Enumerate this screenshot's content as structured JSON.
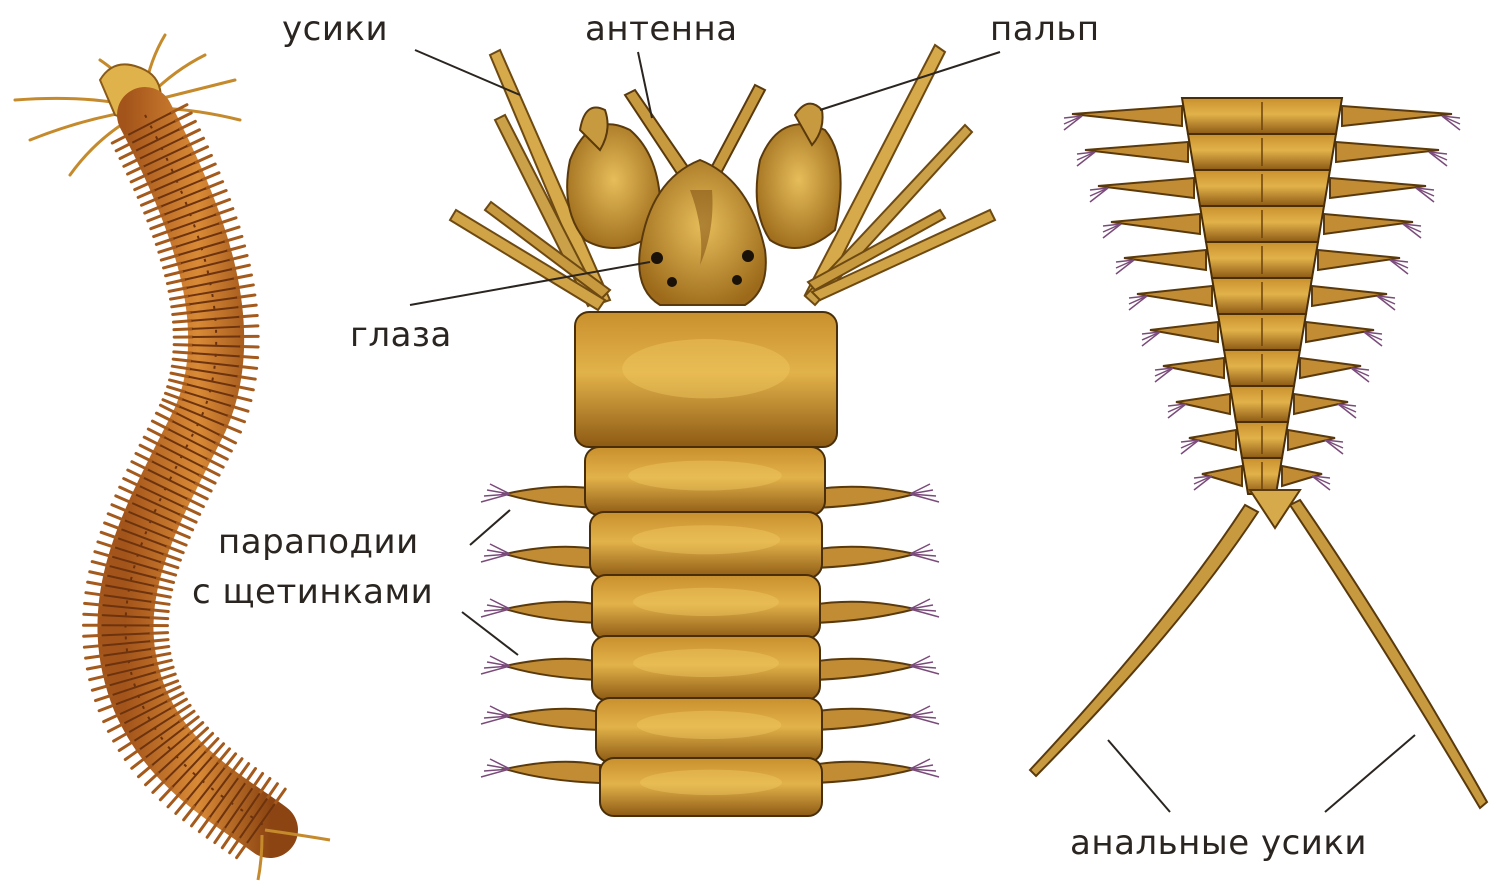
{
  "labels": {
    "cirri": "усики",
    "antenna": "антенна",
    "palp": "пальп",
    "eyes": "глаза",
    "parapodia_line1": "параподии",
    "parapodia_line2": "с щетинками",
    "anal_cirri": "анальные усики"
  },
  "colors": {
    "body_dark": "#8a4a12",
    "body_light": "#d9a43a",
    "segment": "#b37a22",
    "outline": "#3b2508",
    "bristle": "#7a4b7a",
    "leader": "#2a2520"
  }
}
